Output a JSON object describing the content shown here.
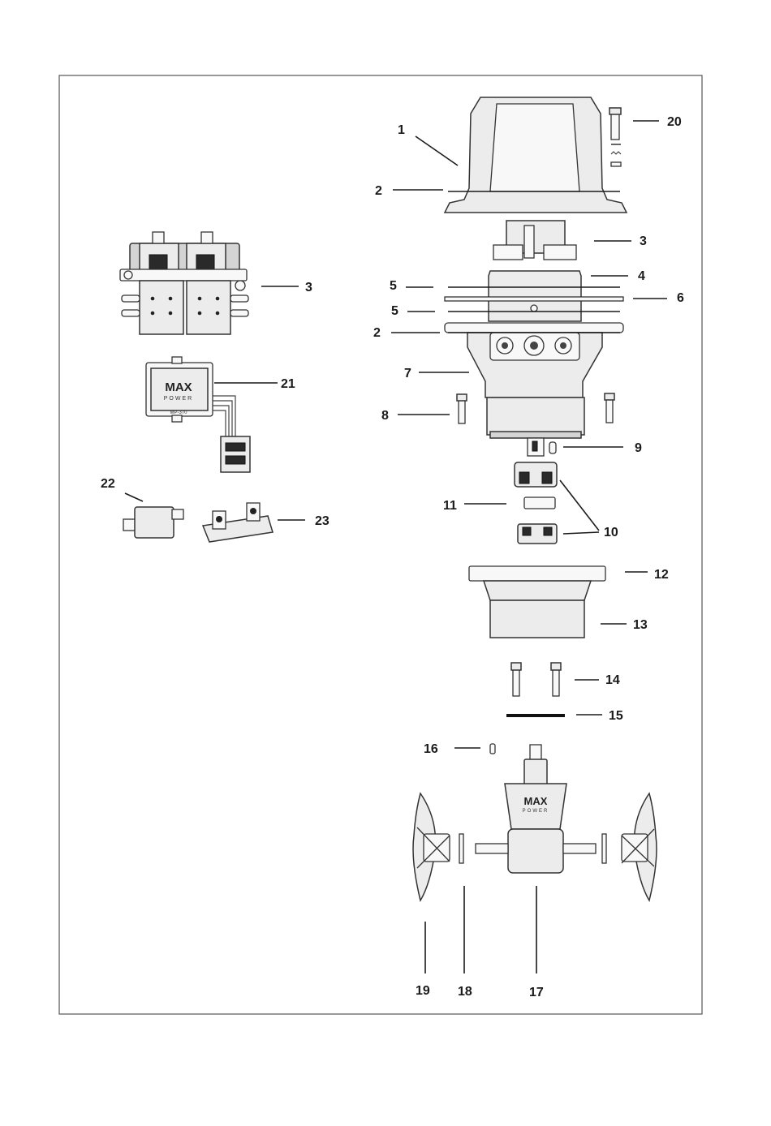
{
  "diagram": {
    "brand_logo_text": "MAX",
    "brand_logo_subtext": "POWER",
    "controller_model_text": "MP-370",
    "callouts": {
      "c1": "1",
      "c2a": "2",
      "c2b": "2",
      "c3a": "3",
      "c3b": "3",
      "c4": "4",
      "c5a": "5",
      "c5b": "5",
      "c6": "6",
      "c7": "7",
      "c8": "8",
      "c9": "9",
      "c10": "10",
      "c11": "11",
      "c12": "12",
      "c13": "13",
      "c14": "14",
      "c15": "15",
      "c16": "16",
      "c17": "17",
      "c18": "18",
      "c19": "19",
      "c20": "20",
      "c21": "21",
      "c22": "22",
      "c23": "23"
    }
  }
}
